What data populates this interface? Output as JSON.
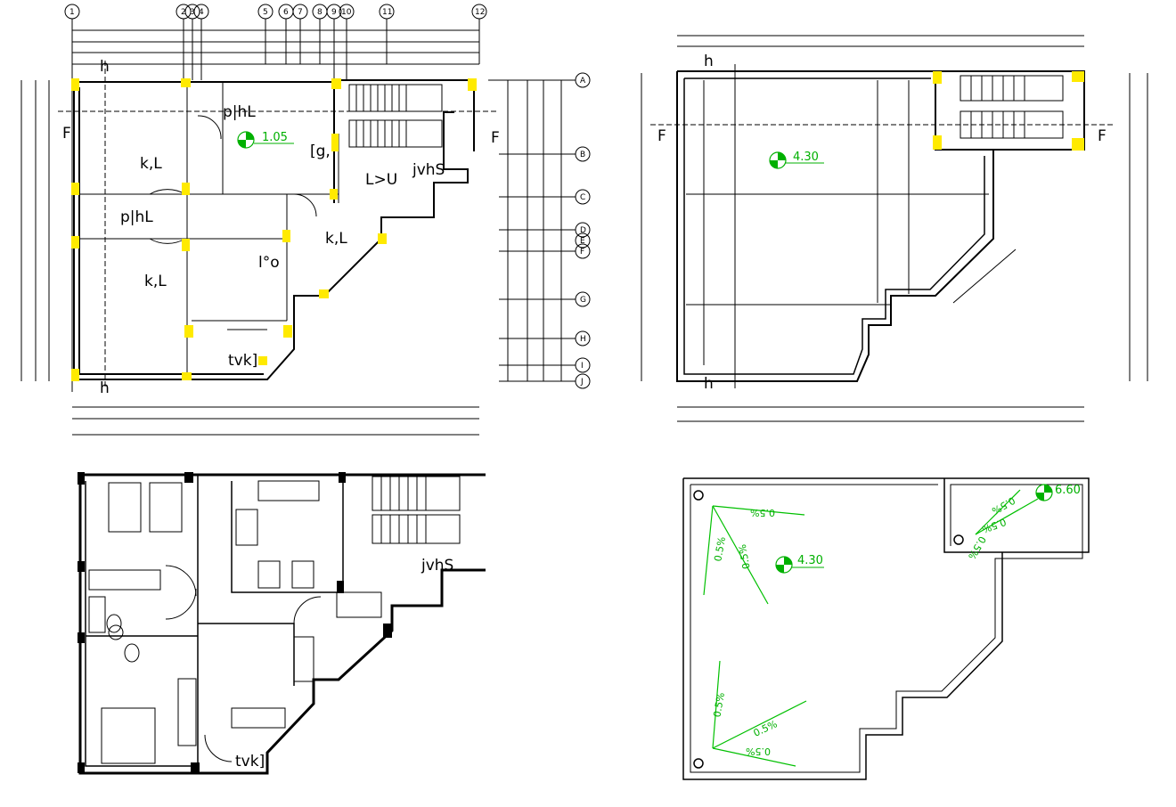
{
  "grid_axes": {
    "top": [
      "1",
      "2",
      "3",
      "4",
      "5",
      "6",
      "7",
      "8",
      "9",
      "10",
      "11",
      "12"
    ],
    "right": [
      "A",
      "B",
      "C",
      "D",
      "E",
      "F",
      "G",
      "H",
      "I",
      "J"
    ]
  },
  "plan_first_floor": {
    "level": "1.05",
    "rooms": [
      "k,L",
      "k,L",
      "k,L",
      "p|hL",
      "p|hL",
      "[g,",
      "jvhS",
      "tvk]",
      "l°o",
      "L>U",
      "F",
      "F",
      "h",
      "h"
    ]
  },
  "plan_roof": {
    "level": "4.30",
    "section_marks": [
      "F",
      "F",
      "h",
      "h"
    ]
  },
  "plan_furnished": {
    "labels": [
      "jvhS",
      "tvk]"
    ]
  },
  "plan_drainage": {
    "level_main": "4.30",
    "level_stair": "6.60",
    "slopes": [
      "0.5%",
      "0.5%",
      "0.5%",
      "0.5%",
      "0.5%",
      "0.5%",
      "0.5%",
      "0.5%",
      "0.5%"
    ]
  }
}
